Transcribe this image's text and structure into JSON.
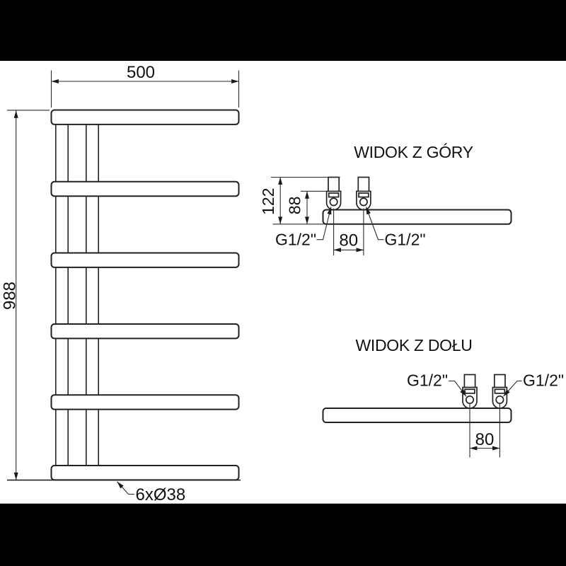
{
  "colors": {
    "background": "#ffffff",
    "band": "#000000",
    "line": "#222222",
    "dimension_line": "#2b2b2b",
    "text": "#111111"
  },
  "front_view": {
    "width_dimension": "500",
    "height_dimension": "988",
    "tube_note": "6xØ38"
  },
  "top_view": {
    "title": "WIDOK Z GÓRY",
    "depth_total_dimension": "122",
    "depth_connection_dimension": "88",
    "connection_spacing_dimension": "80",
    "connection_thread_left": "G1/2\"",
    "connection_thread_right": "G1/2\""
  },
  "bottom_view": {
    "title": "WIDOK Z DOŁU",
    "connection_spacing_dimension": "80",
    "connection_thread_left": "G1/2\"",
    "connection_thread_right": "G1/2\""
  }
}
